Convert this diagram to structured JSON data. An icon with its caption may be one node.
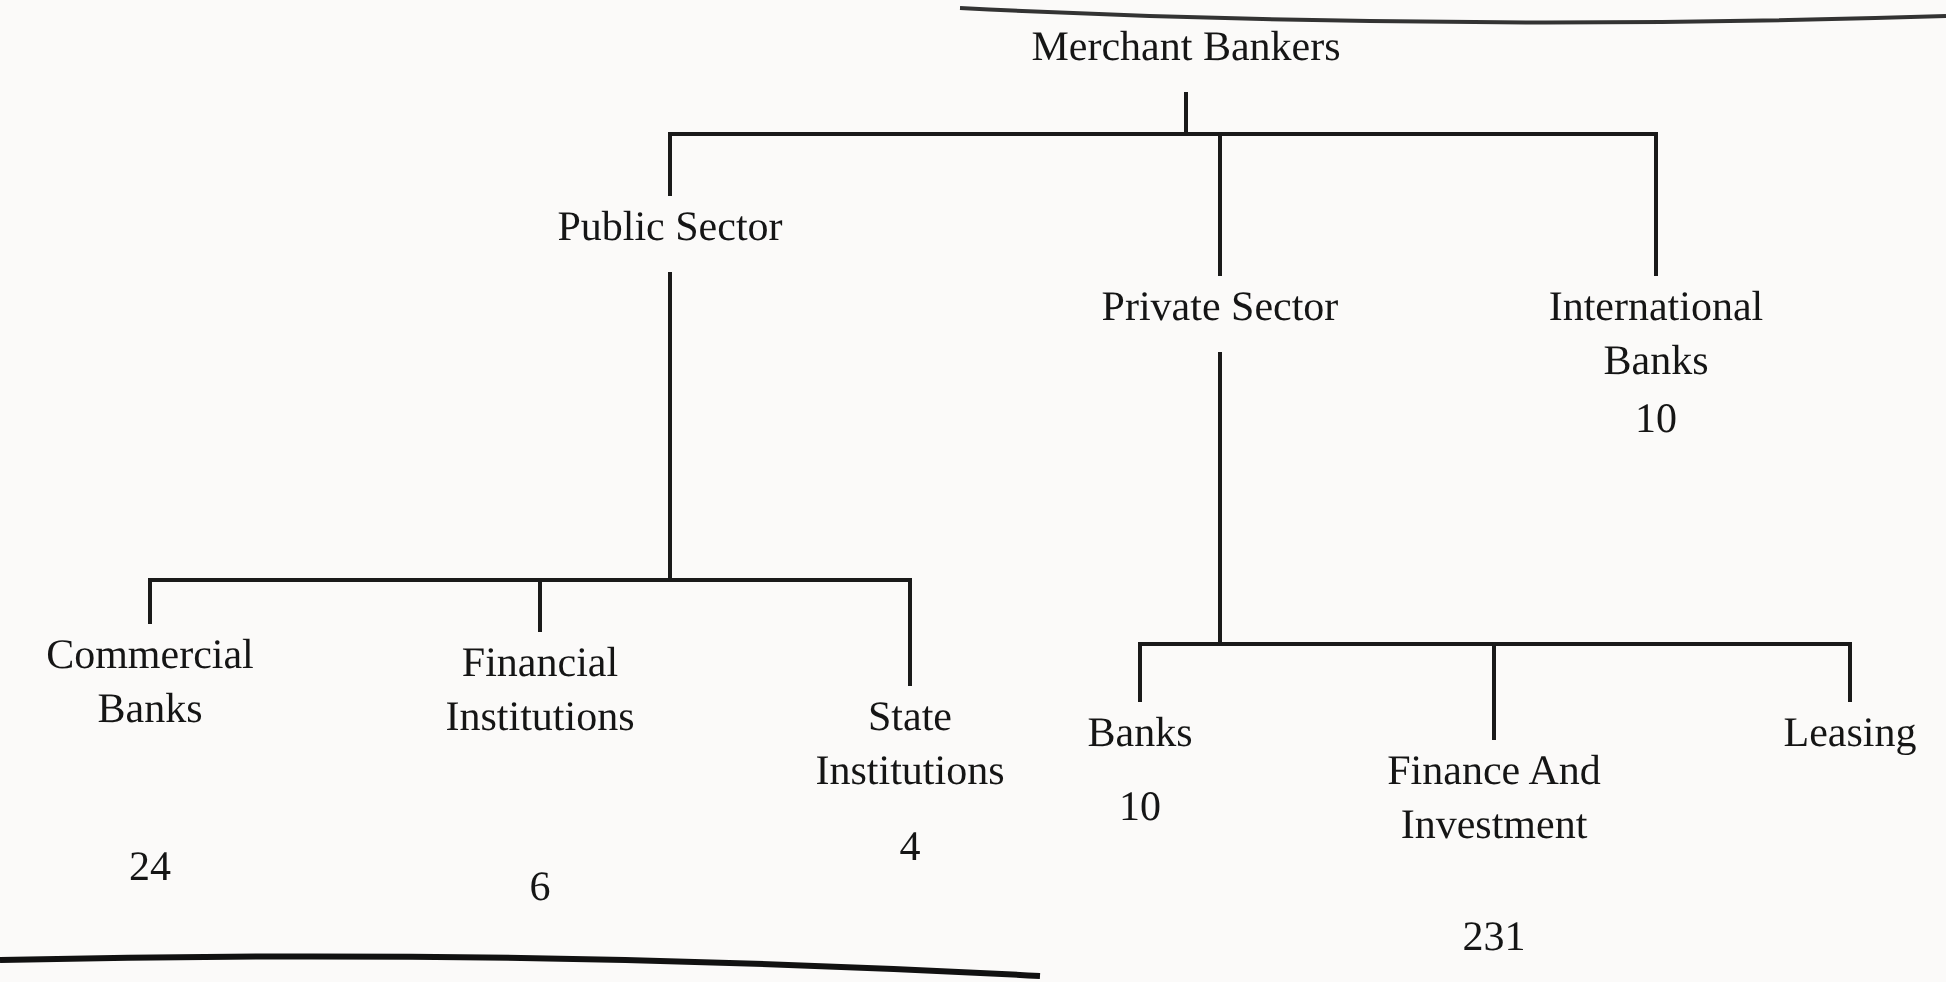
{
  "diagram": {
    "nodes": [
      {
        "text": [
          "Merchant Bankers"
        ]
      },
      {
        "text": [
          "Public Sector"
        ]
      },
      {
        "text": [
          "Private Sector"
        ]
      },
      {
        "text": [
          "International Banks"
        ],
        "beside": [
          "10"
        ]
      },
      {
        "text": [
          "Commercial Banks"
        ],
        "beside": [
          "24"
        ]
      },
      {
        "text": [
          "Financial Institutions"
        ],
        "beside": [
          "6"
        ]
      },
      {
        "text": [
          "State Institutions"
        ],
        "beside": [
          "4"
        ]
      },
      {
        "text": [
          "Banks"
        ],
        "beside": [
          "10"
        ]
      },
      {
        "text": [
          "Finance And Investment"
        ],
        "beside": [
          "231"
        ]
      },
      {
        "text": [
          "Leasing"
        ]
      }
    ],
    "edges": [
      {
        "from": 0,
        "to": 1,
        "arrow": "none"
      },
      {
        "from": 0,
        "to": 2,
        "arrow": "none"
      },
      {
        "from": 0,
        "to": 3,
        "arrow": "none"
      },
      {
        "from": 1,
        "to": 4,
        "arrow": "none"
      },
      {
        "from": 1,
        "to": 5,
        "arrow": "none"
      },
      {
        "from": 1,
        "to": 6,
        "arrow": "none"
      },
      {
        "from": 2,
        "to": 7,
        "arrow": "none"
      },
      {
        "from": 2,
        "to": 8,
        "arrow": "none"
      },
      {
        "from": 2,
        "to": 9,
        "arrow": "none"
      }
    ]
  }
}
